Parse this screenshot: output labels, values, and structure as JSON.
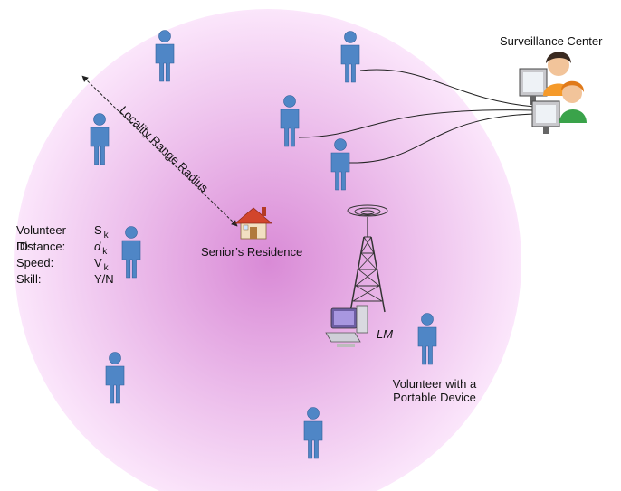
{
  "labels": {
    "surveillance_center": "Surveillance Center",
    "senior_residence": "Senior’s Residence",
    "locality_range_radius": "Locality Range Radius",
    "lm": "LM",
    "volunteer_line1": "Volunteer with a",
    "volunteer_line2": "Portable Device"
  },
  "volunteer_info": [
    {
      "key": "Volunteer ID:",
      "value": "S",
      "sub": "k"
    },
    {
      "key": "Distance:",
      "value": "d",
      "sub": "k"
    },
    {
      "key": "Speed:",
      "value": "V",
      "sub": "k"
    },
    {
      "key": "Skill:",
      "value": "Y/N",
      "sub": ""
    }
  ],
  "colors": {
    "region_center": "#d98ad6",
    "region_edge": "#fbe6fb",
    "person": "#4f86c6",
    "person_stroke": "#2f5f99",
    "link": "#222222",
    "tower": "#333333"
  },
  "icons": {
    "person": "person-icon",
    "house": "house-icon",
    "tower": "antenna-tower-icon",
    "computer": "computer-icon",
    "operators": "operator-workstation-icon"
  }
}
